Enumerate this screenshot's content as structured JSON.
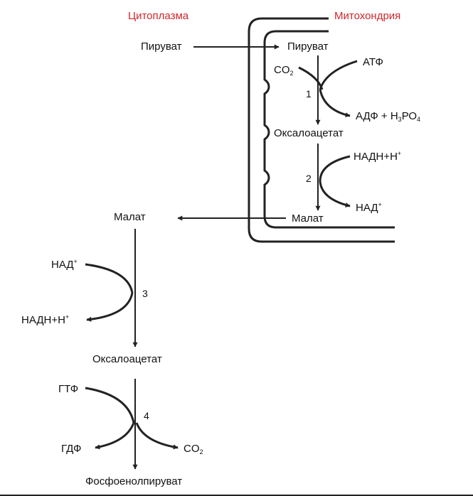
{
  "headers": {
    "cytoplasm": "Цитоплазма",
    "mitochondria": "Митохондрия"
  },
  "cytoplasm": {
    "pyruvate": "Пируват",
    "malate": "Малат",
    "nad_plus_base": "НАД",
    "nad_plus_sup": "+",
    "nadh_base": "НАДН+Н",
    "nadh_sup": "+",
    "oxaloacetate": "Оксалоацетат",
    "gtp": "ГТФ",
    "gdp": "ГДФ",
    "co2_base": "CO",
    "co2_sub": "2",
    "pep": "Фосфоенолпируват"
  },
  "mito": {
    "pyruvate": "Пируват",
    "co2_base": "CO",
    "co2_sub": "2",
    "atp": "АТФ",
    "adp_part": "АДФ + Н",
    "sub3": "3",
    "po": "РО",
    "sub4": "4",
    "oxaloacetate": "Оксалоацетат",
    "nadh_base": "НАДН+Н",
    "nadh_sup": "+",
    "nad_base": "НАД",
    "nad_sup": "+",
    "malate": "Малат"
  },
  "steps": [
    "1",
    "2",
    "3",
    "4"
  ],
  "colors": {
    "header": "#d0262c",
    "ink": "#222222"
  }
}
